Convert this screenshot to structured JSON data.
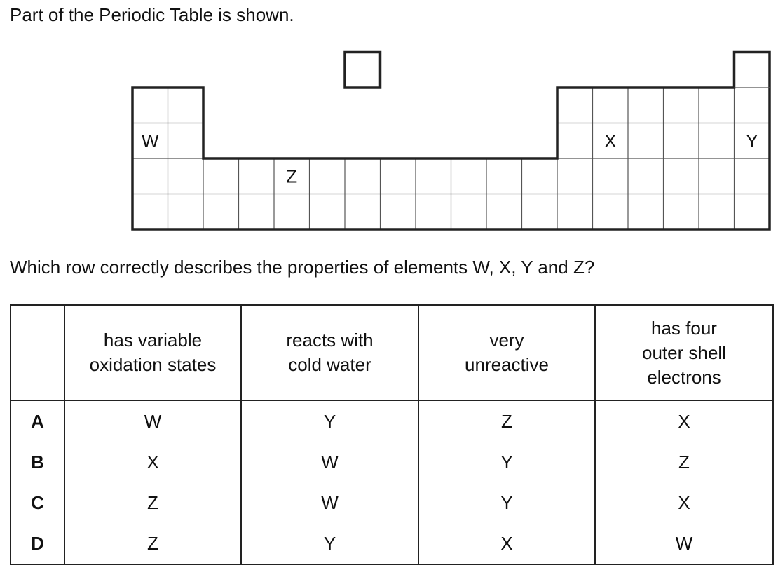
{
  "intro_text": "Part of the Periodic Table is shown.",
  "question_text": "Which row correctly describes the properties of elements W, X, Y and Z?",
  "periodic_table": {
    "labels": [
      {
        "text": "W",
        "row": 2,
        "col": 1
      },
      {
        "text": "X",
        "row": 2,
        "col": 14
      },
      {
        "text": "Y",
        "row": 2,
        "col": 18
      },
      {
        "text": "Z",
        "row": 3,
        "col": 5
      }
    ]
  },
  "answer_table": {
    "headers": [
      "has variable\noxidation states",
      "reacts with\ncold water",
      "very\nunreactive",
      "has four\nouter shell\nelectrons"
    ],
    "rows": [
      {
        "letter": "A",
        "cells": [
          "W",
          "Y",
          "Z",
          "X"
        ]
      },
      {
        "letter": "B",
        "cells": [
          "X",
          "W",
          "Y",
          "Z"
        ]
      },
      {
        "letter": "C",
        "cells": [
          "Z",
          "W",
          "Y",
          "X"
        ]
      },
      {
        "letter": "D",
        "cells": [
          "Z",
          "Y",
          "X",
          "W"
        ]
      }
    ]
  }
}
